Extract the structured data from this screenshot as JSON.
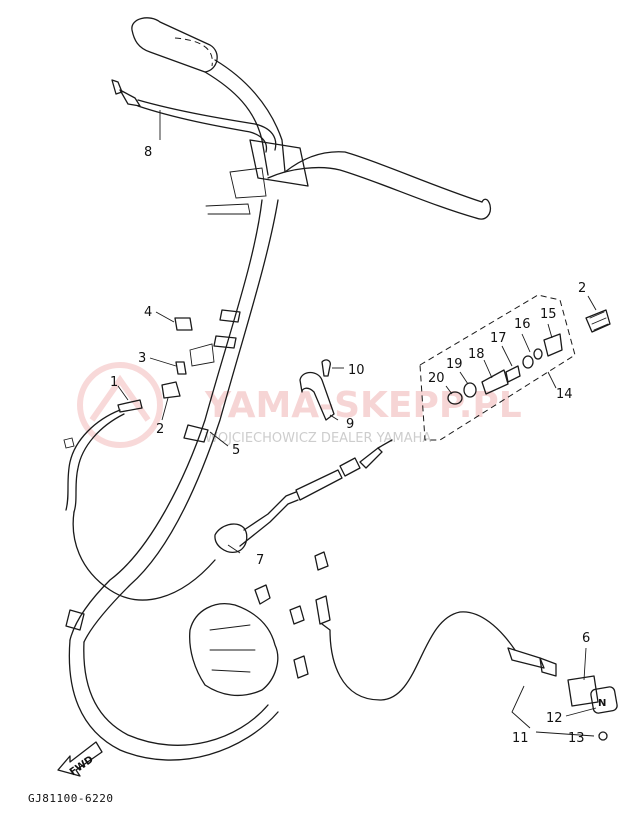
{
  "diagram": {
    "code": "GJ81100-6220",
    "fwd_label": "FWD",
    "watermark": {
      "main": "YAMA-SKEPP.PL",
      "sub": "WOJCIECHOWICZ DEALER YAMAHA"
    },
    "callouts": [
      {
        "id": "c1",
        "text": "1"
      },
      {
        "id": "c2a",
        "text": "2"
      },
      {
        "id": "c2b",
        "text": "2"
      },
      {
        "id": "c3",
        "text": "3"
      },
      {
        "id": "c4",
        "text": "4"
      },
      {
        "id": "c5",
        "text": "5"
      },
      {
        "id": "c6",
        "text": "6"
      },
      {
        "id": "c7",
        "text": "7"
      },
      {
        "id": "c8",
        "text": "8"
      },
      {
        "id": "c9",
        "text": "9"
      },
      {
        "id": "c10",
        "text": "10"
      },
      {
        "id": "c11",
        "text": "11"
      },
      {
        "id": "c12",
        "text": "12"
      },
      {
        "id": "c13",
        "text": "13"
      },
      {
        "id": "c14",
        "text": "14"
      },
      {
        "id": "c15",
        "text": "15"
      },
      {
        "id": "c16",
        "text": "16"
      },
      {
        "id": "c17",
        "text": "17"
      },
      {
        "id": "c18",
        "text": "18"
      },
      {
        "id": "c19",
        "text": "19"
      },
      {
        "id": "c20",
        "text": "20"
      }
    ]
  }
}
